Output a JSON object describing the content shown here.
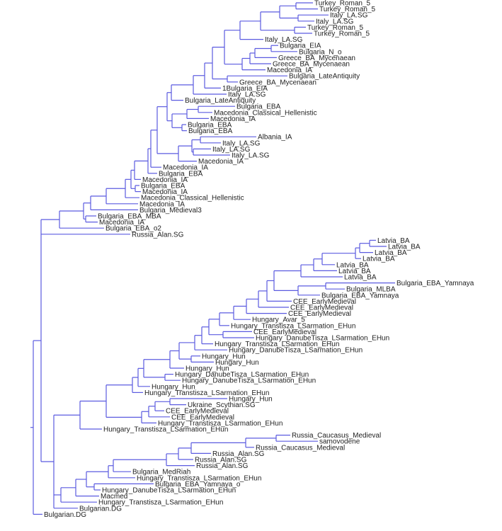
{
  "tree": {
    "line_color": "#5b5be0",
    "leaves": [
      "Turkey_Roman_5",
      "Turkey_Roman_5",
      "Italy_LA.SG",
      "Italy_LA.SG",
      "Turkey_Roman_5",
      "Turkey_Roman_5",
      "Italy_LA.SG",
      "Bulgaria_EIA",
      "Bulgaria_N_o",
      "Greece_BA_Mycenaean",
      "Greece_BA_Mycenaean",
      "Macedonia_IA",
      "Bulgaria_LateAntiquity",
      "Greece_BA_Mycenaean",
      "1Bulgaria_EIA",
      "Italy_LA.SG",
      "Bulgaria_LateAntiquity",
      "Bulgaria_EBA",
      "Macedonia_Classical_Hellenistic",
      "Macedonia_IA",
      "Bulgaria_EBA",
      "Bulgaria_EBA",
      "Albania_IA",
      "Italy_LA.SG",
      "Italy_LA.SG",
      "Italy_LA.SG",
      "Macedonia_IA",
      "Macedonia_IA",
      "Bulgaria_EBA",
      "Macedonia_IA",
      "Bulgaria_EBA",
      "Macedonia_IA",
      "Macedonia_Classical_Hellenistic",
      "Macedonia_IA",
      "Bulgaria_Medieval3",
      "Bulgaria_EBA_MBA",
      "Macedonia_IA",
      "Bulgaria_EBA_o2",
      "Russia_Alan.SG",
      "Latvia_BA",
      "Latvia_BA",
      "Latvia_BA",
      "Latvia_BA",
      "Latvia_BA",
      "Latvia_BA",
      "Latvia_BA",
      "Bulgaria_EBA_Yamnaya",
      "Bulgaria_MLBA",
      "Bulgaria_EBA_Yamnaya",
      "CEE_EarlyMedieval",
      "CEE_EarlyMedieval",
      "CEE_EarlyMedieval",
      "Hungary_Avar_5",
      "Hungary_Transtisza_LSarmation_EHun",
      "CEE_EarlyMedieval",
      "Hungary_DanubeTisza_LSarmation_EHun",
      "Hungary_Transtisza_LSarmation_EHun",
      "Hungary_DanubeTisza_LSarmation_EHun",
      "Hungary_Hun",
      "Hungary_Hun",
      "Hungary_Hun",
      "Hungary_DanubeTisza_LSarmation_EHun",
      "Hungary_DanubeTisza_LSarmation_EHun",
      "Hungary_Hun",
      "Hungary_Transtisza_LSarmation_EHun",
      "Hungary_Hun",
      "Ukraine_Scythian.SG",
      "CEE_EarlyMedieval",
      "CEE_EarlyMedieval",
      "Hungary_Transtisza_LSarmation_EHun",
      "Hungary_Transtisza_LSarmation_EHun",
      "Russia_Caucasus_Medieval",
      "samovodene",
      "Russia_Caucasus_Medieval",
      "Russia_Alan.SG",
      "Russia_Alan.SG",
      "Russia_Alan.SG",
      "Bulgaria_MedRiah",
      "Hungary_Transtisza_LSarmation_EHun",
      "Bulgaria_EBA_Yamnaya_o",
      "Hungary_DanubeTisza_LSarmation_EHun",
      "Macmed",
      "Hungary_Transtisza_LSarmation_EHun",
      "Bulgarian.DG",
      "Bulgarian.DG"
    ]
  }
}
